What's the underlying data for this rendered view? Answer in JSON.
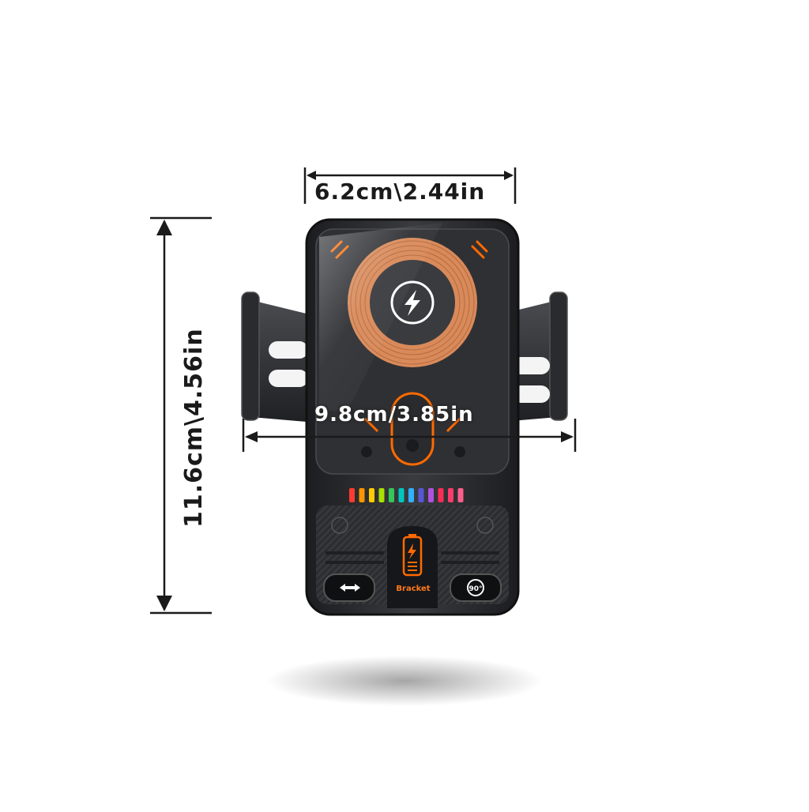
{
  "dimensions": {
    "width_top": "6.2cm\\2.44in",
    "width_arms": "9.8cm/3.85in",
    "height": "11.6cm\\4.56in"
  },
  "device": {
    "bracket_label": "Bracket",
    "right_button_label": "90°",
    "icons": {
      "charging": "lightning-bolt-icon",
      "left_button": "double-arrow-icon",
      "right_button": "rotate-90-icon",
      "bracket": "battery-lightning-icon"
    },
    "colors": {
      "body": "#2a2b2e",
      "accent": "#ff6a00",
      "coil": "#d98a5a"
    },
    "led_colors": [
      "#ff3b30",
      "#ff9500",
      "#ffcc00",
      "#a8e000",
      "#34c759",
      "#00c7be",
      "#30b0ff",
      "#5856d6",
      "#af52de",
      "#ff2d55",
      "#ff3b6b",
      "#ff5e8a"
    ]
  }
}
